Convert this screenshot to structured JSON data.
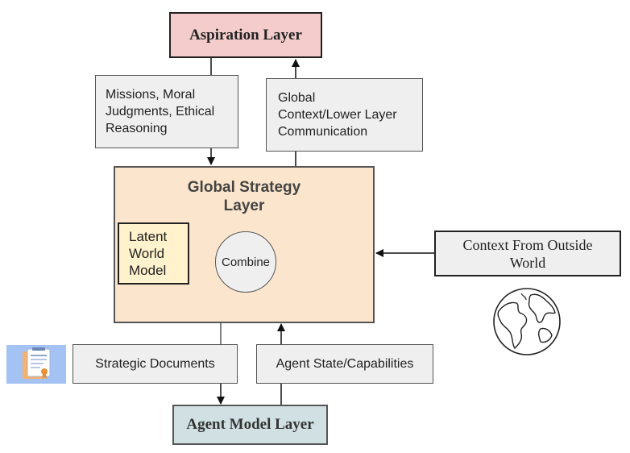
{
  "layers": {
    "aspiration": "Aspiration Layer",
    "global_strategy": [
      "Global Strategy",
      "Layer"
    ],
    "agent_model": "Agent Model Layer"
  },
  "inputs": {
    "missions": [
      "Missions, Moral",
      "Judgments, Ethical",
      "Reasoning"
    ],
    "global_context": [
      "Global",
      "Context/Lower Layer",
      "Communication"
    ],
    "latent_world_model": [
      "Latent",
      "World",
      "Model"
    ],
    "combine": "Combine",
    "outside_context": [
      "Context From Outside",
      "World"
    ],
    "strategic_documents": "Strategic Documents",
    "agent_state": "Agent State/Capabilities"
  },
  "icons": {
    "documents": "document-certificate-icon",
    "world": "globe-icon"
  },
  "colors": {
    "aspiration_fill": "#f4cccc",
    "strategy_fill": "#fce5cd",
    "latent_fill": "#fff2cc",
    "agent_fill": "#d0e0e3",
    "box_fill": "#efefef",
    "icon_bg": "#a4c2f4"
  }
}
